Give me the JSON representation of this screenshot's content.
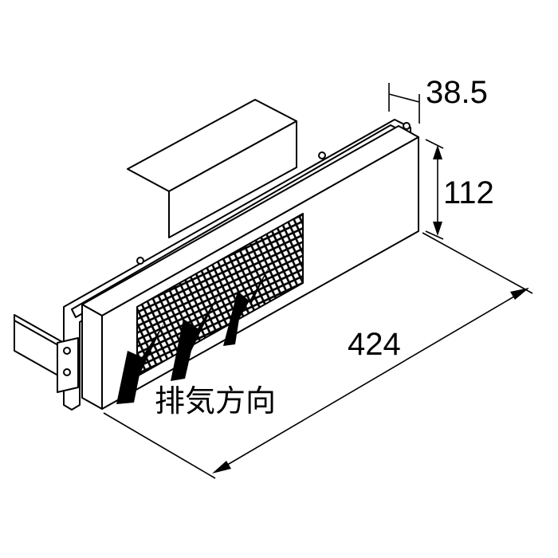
{
  "dimensions": {
    "depth": "38.5",
    "height": "112",
    "width": "424"
  },
  "caption": "排気方向"
}
